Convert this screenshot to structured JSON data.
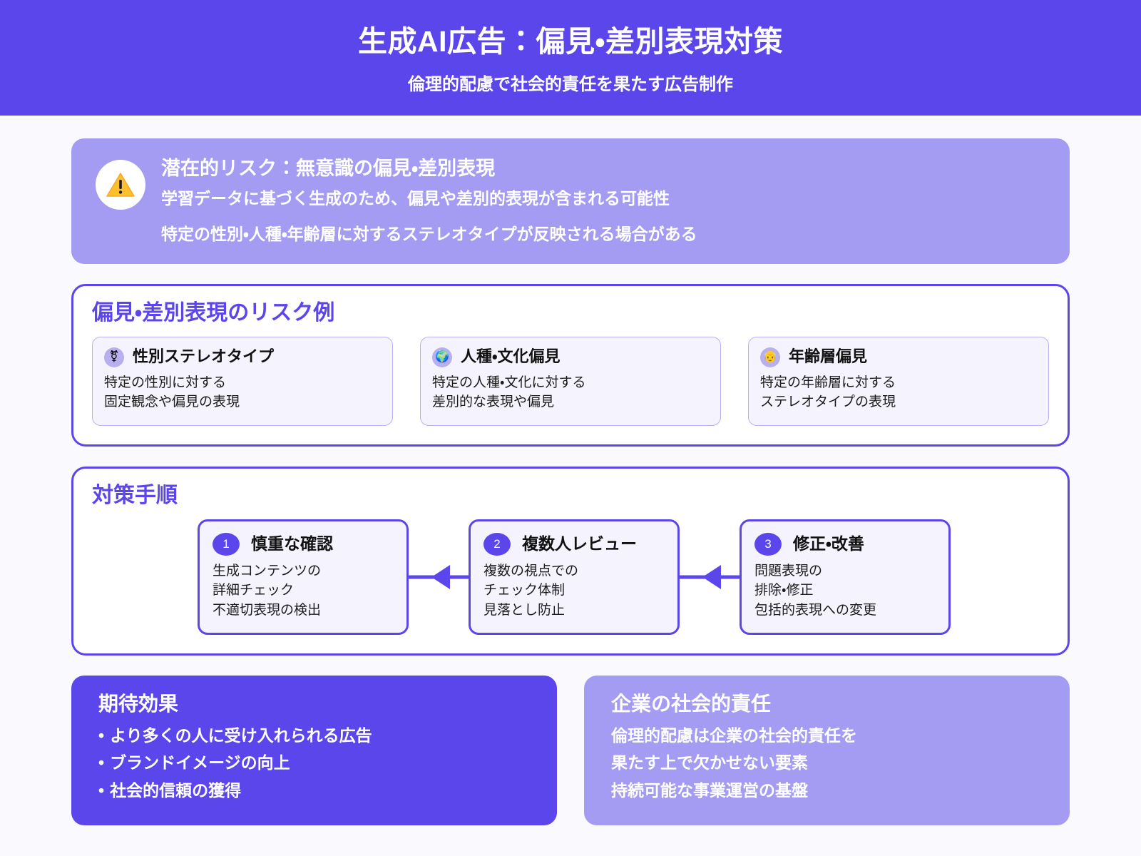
{
  "header": {
    "title": "生成AI広告：偏見・差別表現対策",
    "subtitle": "倫理的配慮で社会的責任を果たす広告制作",
    "bg_color": "#5b46ec"
  },
  "warning_banner": {
    "icon": "warning-triangle-icon",
    "title": "潜在的リスク：無意識の偏見・差別表現",
    "line1": "学習データに基づく生成のため、偏見や差別的表現が含まれる可能性",
    "line2": "特定の性別・人種・年齢層に対するステレオタイプが反映される場合がある",
    "bg_color": "#a49bf2"
  },
  "risk_section": {
    "title": "偏見・差別表現のリスク例",
    "cards": [
      {
        "icon": "gender-symbol-icon",
        "emoji": "⚧",
        "title": "性別ステレオタイプ",
        "desc": "特定の性別に対する\n固定観念や偏見の表現"
      },
      {
        "icon": "globe-icon",
        "emoji": "🌍",
        "title": "人種・文化偏見",
        "desc": "特定の人種・文化に対する\n差別的な表現や偏見"
      },
      {
        "icon": "older-person-icon",
        "emoji": "👴",
        "title": "年齢層偏見",
        "desc": "特定の年齢層に対する\nステレオタイプの表現"
      }
    ]
  },
  "steps_section": {
    "title": "対策手順",
    "steps": [
      {
        "number": "1",
        "title": "慎重な確認",
        "desc": "生成コンテンツの\n詳細チェック\n不適切表現の検出"
      },
      {
        "number": "2",
        "title": "複数人レビュー",
        "desc": "複数の視点での\nチェック体制\n見落とし防止"
      },
      {
        "number": "3",
        "title": "修正・改善",
        "desc": "問題表現の\n排除・修正\n包括的表現への変更"
      }
    ]
  },
  "effects_card": {
    "title": "期待効果",
    "items": [
      "より多くの人に受け入れられる広告",
      "ブランドイメージの向上",
      "社会的信頼の獲得"
    ],
    "bg_color": "#5b46ec"
  },
  "csr_card": {
    "title": "企業の社会的責任",
    "lines": [
      "倫理的配慮は企業の社会的責任を",
      "果たす上で欠かせない要素",
      "持続可能な事業運営の基盤"
    ],
    "bg_color": "#a49bf2"
  }
}
